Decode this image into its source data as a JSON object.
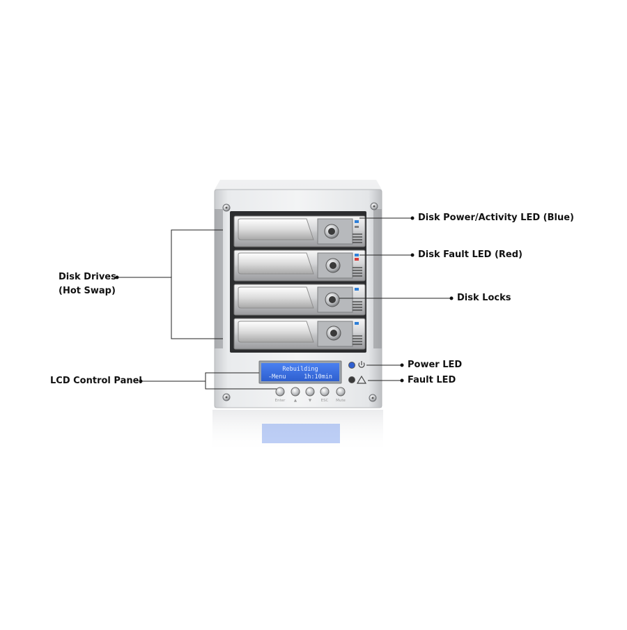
{
  "callouts": {
    "disk_drives": "Disk Drives",
    "hot_swap": "(Hot Swap)",
    "lcd_control_panel": "LCD Control Panel",
    "disk_power_activity_led": "Disk Power/Activity LED (Blue)",
    "disk_fault_led": "Disk Fault LED (Red)",
    "disk_locks": "Disk Locks",
    "power_led": "Power LED",
    "fault_led": "Fault LED"
  },
  "lcd": {
    "line1": "Rebuilding",
    "line2": "-Menu     1h:10min"
  },
  "buttons": [
    "Enter",
    "▲",
    "▼",
    "ESC",
    "Mute"
  ],
  "colors": {
    "lcd_blue": "#3a6fe0",
    "activity_led_blue": "#2e7fd8",
    "fault_led_red": "#d83a3a",
    "chassis_silver": "#d9dbde"
  },
  "icons": {
    "power": "power-icon",
    "fault": "warning-triangle-icon"
  }
}
